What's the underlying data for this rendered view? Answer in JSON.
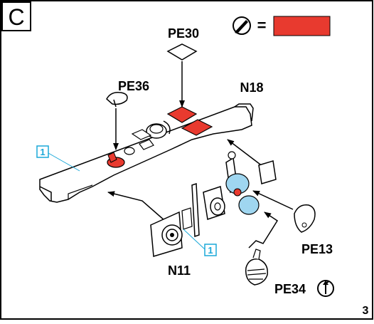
{
  "section": {
    "letter": "C"
  },
  "legend": {
    "symbol_icon": "glue-brush-icon",
    "equals": "=",
    "color": "#e83a2f"
  },
  "labels": {
    "pe30": "PE30",
    "pe36": "PE36",
    "n18": "N18",
    "n11": "N11",
    "pe13": "PE13",
    "pe34": "PE34"
  },
  "callouts": {
    "one_a": "1",
    "one_b": "1",
    "color": "#1aa8d8"
  },
  "rotate_icon": "rotate-arrow-icon",
  "page_number": "3",
  "colors": {
    "red": "#e83a2f",
    "light_blue": "#9fd6f0",
    "cyan": "#1aa8d8",
    "line": "#000000"
  }
}
